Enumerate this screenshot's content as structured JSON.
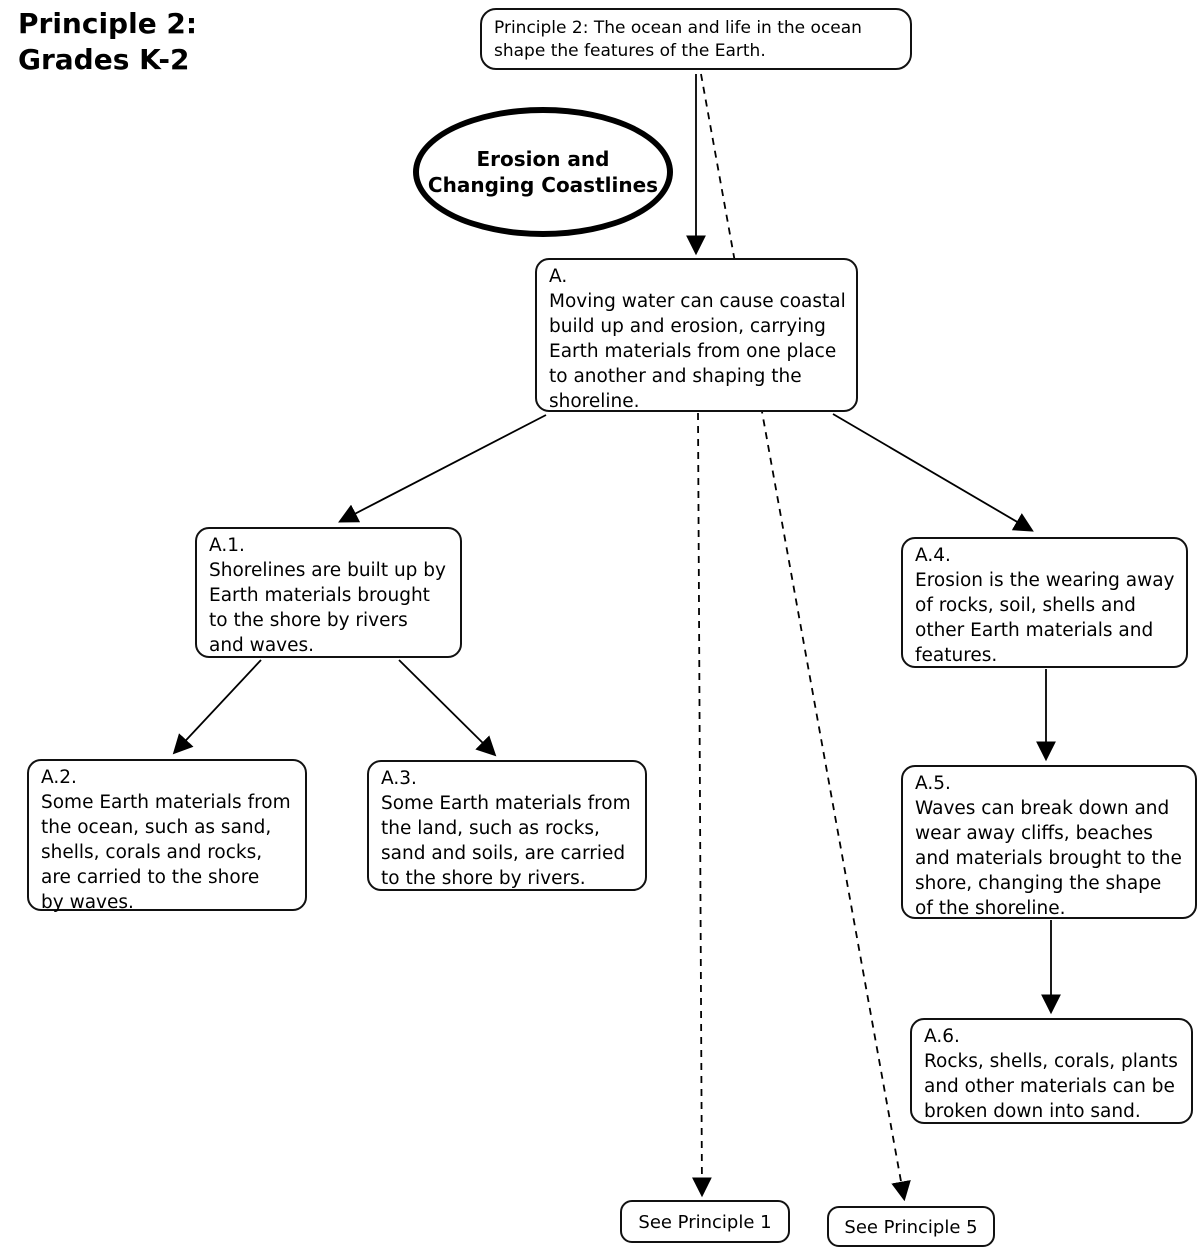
{
  "title": {
    "text": "Principle 2:\nGrades K-2"
  },
  "ellipse": {
    "text": "Erosion and\nChanging Coastlines"
  },
  "nodes": {
    "principle2": {
      "text": "Principle 2: The ocean and life in the ocean\nshape the features of the Earth."
    },
    "a": {
      "text": "A.\nMoving water can cause coastal\nbuild up and erosion, carrying\nEarth materials from one place\nto another and shaping the\nshoreline."
    },
    "a1": {
      "text": "A.1.\nShorelines are built up by\nEarth materials brought\nto the shore by rivers\nand waves."
    },
    "a2": {
      "text": "A.2.\nSome Earth materials from\nthe ocean, such as sand,\nshells, corals and rocks,\nare carried to the shore\nby waves."
    },
    "a3": {
      "text": "A.3.\nSome Earth materials from\nthe land, such as rocks,\nsand and soils, are carried\nto the shore by rivers."
    },
    "a4": {
      "text": "A.4.\nErosion is the wearing away\nof rocks, soil, shells and\nother Earth materials and\nfeatures."
    },
    "a5": {
      "text": "A.5.\nWaves can break down and\nwear away cliffs, beaches\nand materials brought to the\nshore, changing the shape\nof the shoreline."
    },
    "a6": {
      "text": "A.6.\nRocks, shells, corals, plants\nand other materials can be\nbroken down into sand."
    },
    "see_principle_1": {
      "text": "See Principle 1"
    },
    "see_principle_5": {
      "text": "See Principle 5"
    }
  },
  "colors": {
    "line": "#000000",
    "border": "#111111",
    "background": "#ffffff",
    "text": "#000000"
  }
}
